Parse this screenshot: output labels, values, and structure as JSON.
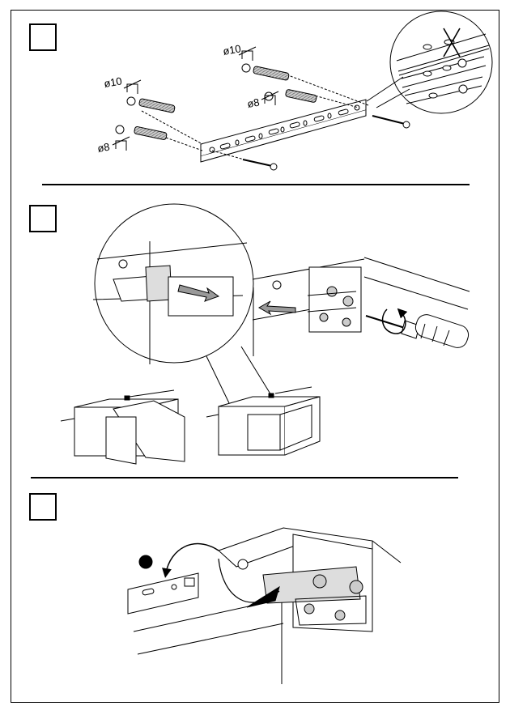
{
  "step1": {
    "dimensions": [
      "ø10",
      "ø10",
      "ø8",
      "ø8"
    ]
  },
  "colors": {
    "line": "#000000",
    "fill_light": "#ffffff",
    "fill_grey": "#c8c8c8",
    "fill_dark": "#555555"
  },
  "icons": [
    "step-number-box",
    "screw",
    "wall-plug",
    "mounting-rail",
    "zoom-circle",
    "cross-mark",
    "screwdriver",
    "rotation-arrow",
    "direction-arrow",
    "cabinet"
  ]
}
